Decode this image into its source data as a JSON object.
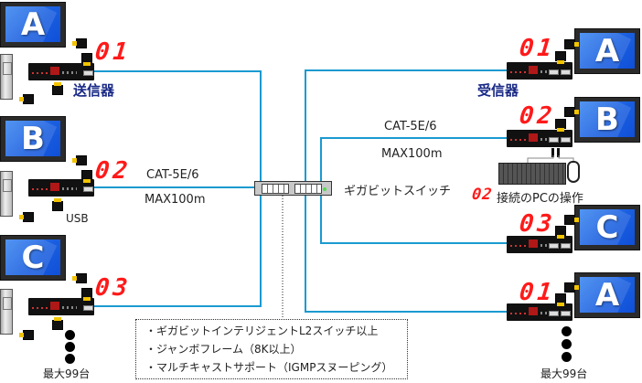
{
  "transmitter": {
    "label": "送信器",
    "units": [
      {
        "display": "A",
        "channel": "01"
      },
      {
        "display": "B",
        "channel": "02",
        "usb_label": "USB"
      },
      {
        "display": "C",
        "channel": "03"
      }
    ],
    "max_units": "最大99台"
  },
  "receiver": {
    "label": "受信器",
    "units": [
      {
        "display": "A",
        "channel": "01"
      },
      {
        "display": "B",
        "channel": "02"
      },
      {
        "display": "C",
        "channel": "03"
      },
      {
        "display": "A",
        "channel": "01"
      }
    ],
    "max_units": "最大99台",
    "pc_operation": {
      "channel": "02",
      "text": "接続のPCの操作"
    }
  },
  "cable": {
    "left": {
      "type": "CAT-5E/6",
      "max": "MAX100m"
    },
    "right": {
      "type": "CAT-5E/6",
      "max": "MAX100m"
    }
  },
  "switch": {
    "label": "ギガビットスイッチ"
  },
  "requirements": [
    "・ギガビットインテリジェントL2スイッチ以上",
    "・ジャンボフレーム（8K以上）",
    "・マルチキャストサポート（IGMPスヌーピング）"
  ],
  "colors": {
    "cable": "#1a9ad0",
    "segment": "#ff1a1a",
    "label_navy": "#1a2a86"
  }
}
